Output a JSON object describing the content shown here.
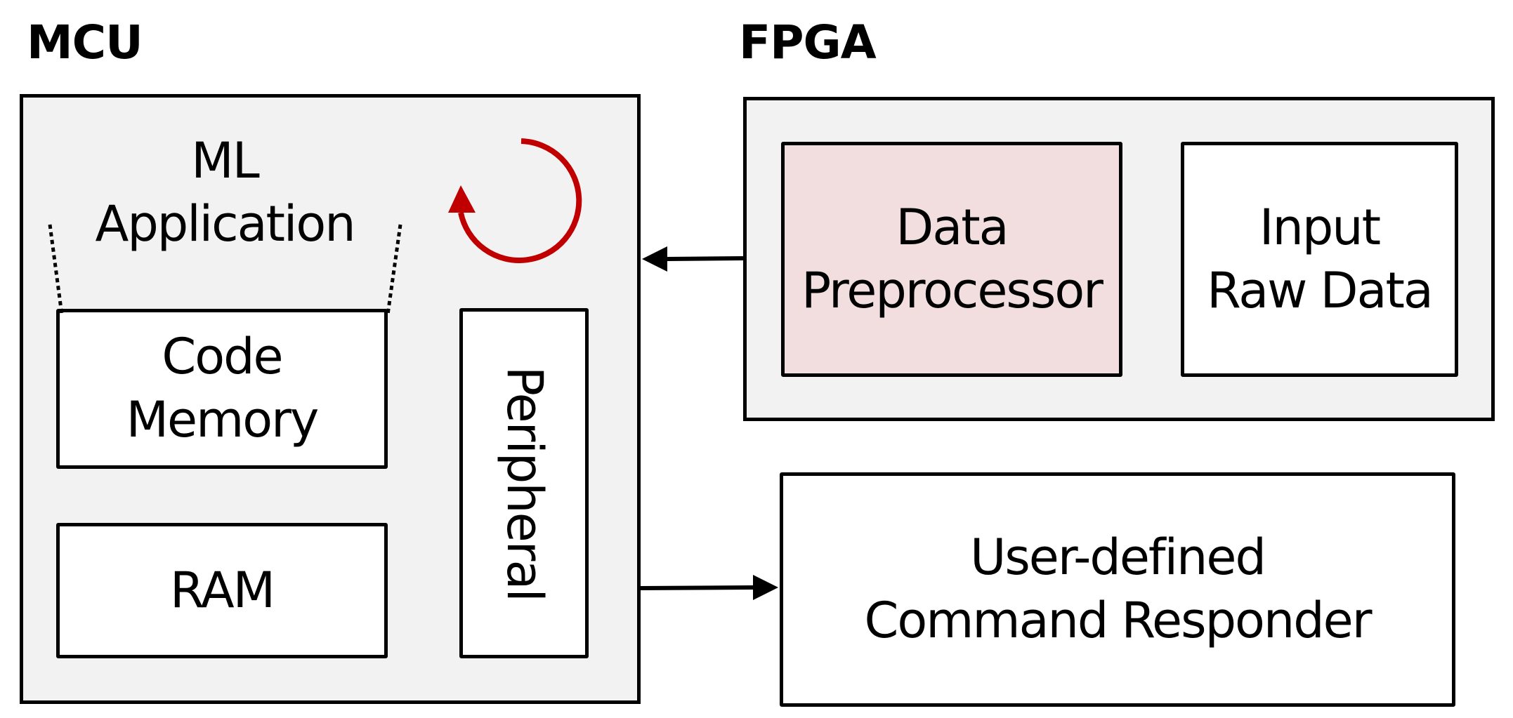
{
  "mcu": {
    "title": "MCU",
    "ml_app_label": "ML\nApplication",
    "code_memory_label": "Code\nMemory",
    "ram_label": "RAM",
    "peripheral_label": "Peripheral"
  },
  "fpga": {
    "title": "FPGA",
    "preprocessor_label": "Data\nPreprocessor",
    "raw_data_label": "Input\nRaw Data"
  },
  "responder": {
    "label": "User-defined\nCommand Responder"
  },
  "colors": {
    "panel_fill": "#f2f2f2",
    "preprocessor_fill": "#f2dede",
    "loop_arrow": "#c00000",
    "stroke": "#000000"
  },
  "icons": {
    "loop": "circular-loop-arrow-icon",
    "arrow_to_mcu": "arrow-left-icon",
    "arrow_to_responder": "arrow-right-icon"
  }
}
